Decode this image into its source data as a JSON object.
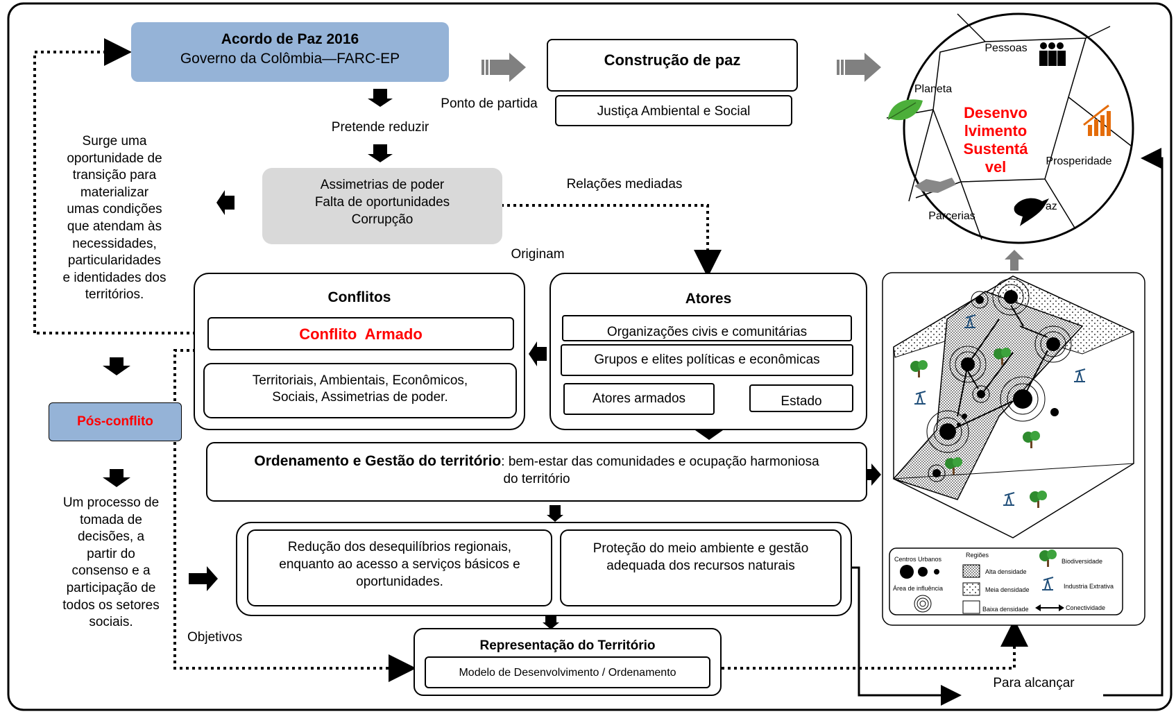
{
  "acordo": {
    "title": "Acordo de Paz 2016",
    "subtitle": "Governo da Colômbia—FARC-EP"
  },
  "construcao": {
    "title": "Construção de paz",
    "justica": "Justiça Ambiental e Social",
    "ponto": "Ponto de partida"
  },
  "pretende": "Pretende reduzir",
  "assimetrias": {
    "lines": [
      "Assimetrias de poder",
      "Falta de oportunidades",
      "Corrupção"
    ]
  },
  "relacoes": "Relações mediadas",
  "originam": "Originam",
  "surge": {
    "lines": [
      "Surge uma",
      "oportunidade de",
      "transição para",
      "materializar",
      "umas condições",
      "que atendam às",
      "necessidades,",
      "particularidades",
      "e identidades dos",
      "territórios."
    ]
  },
  "conflitos": {
    "title": "Conflitos",
    "armado": "Conflito  Armado",
    "tipos": [
      "Territoriais, Ambientais, Econômicos,",
      "Sociais, Assimetrias de poder."
    ]
  },
  "atores": {
    "title": "Atores",
    "civis": "Organizações civis e comunitárias",
    "grupos": "Grupos e elites políticas e econômicas",
    "armados": "Atores armados",
    "estado": "Estado"
  },
  "posconflito": "Pós-conflito",
  "processo": {
    "lines": [
      "Um processo de",
      "tomada de",
      "decisões, a",
      "partir do",
      "consenso e a",
      "participação de",
      "todos os setores",
      "sociais."
    ]
  },
  "ordenamento": {
    "bold": "Ordenamento e Gestão do território",
    "rest": ": bem-estar das comunidades e ocupação harmoniosa",
    "line2": "do território"
  },
  "reducao": {
    "lines": [
      "Redução dos desequilíbrios regionais,",
      "enquanto ao acesso a serviços básicos e",
      "oportunidades."
    ]
  },
  "protecao": {
    "lines": [
      "Proteção do meio ambiente e gestão",
      "adequada dos recursos naturais"
    ]
  },
  "objetivos": "Objetivos",
  "representacao": {
    "title": "Representação do Território",
    "modelo": "Modelo de Desenvolvimento / Ordenamento"
  },
  "para_alcancar": "Para alcançar",
  "circle": {
    "center": [
      "Desenvo",
      "lvimento",
      "Sustentá",
      "vel"
    ],
    "pessoas": "Pessoas",
    "planeta": "Planeta",
    "prosperidade": "Prosperidade",
    "parcerias": "Parcerias",
    "paz": "Paz"
  },
  "legend": {
    "centros": "Centros Urbanos",
    "regioes": "Regiões",
    "alta": "Alta densidade",
    "meia": "Meia densidade",
    "baixa": "Baixa densidade",
    "area": "Área de influência",
    "biodiversidade": "Biodiversidade",
    "industria": "Industria Extrativa",
    "conectividade": "Conectividade"
  },
  "colors": {
    "blue_box": "#95b3d7",
    "gray_box": "#d9d9d9",
    "red": "#ff0000",
    "arrow_gray": "#808080"
  }
}
